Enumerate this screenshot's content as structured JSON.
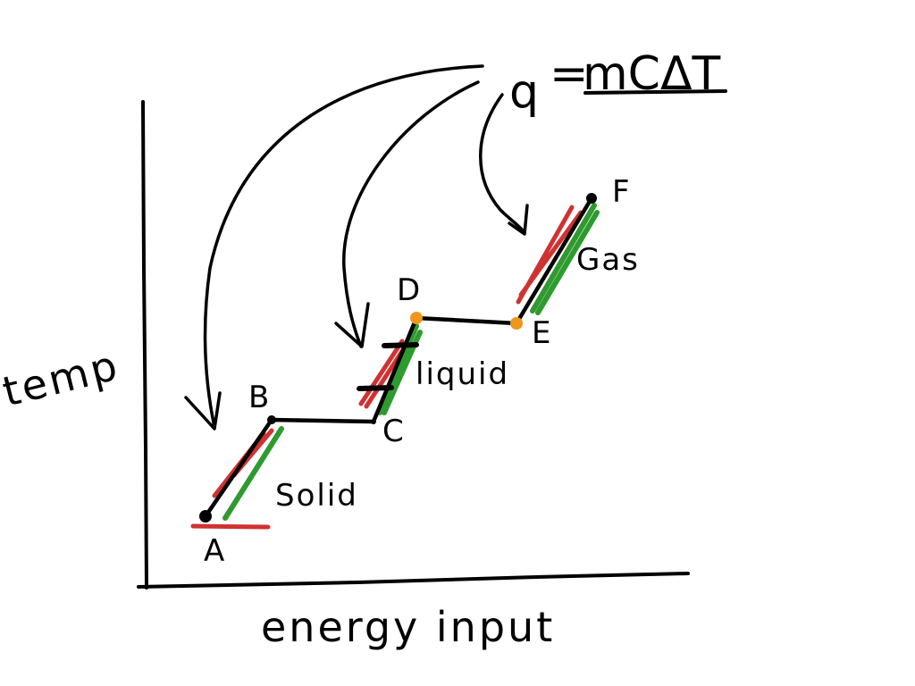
{
  "formula": {
    "lhs": "q",
    "equals": "=",
    "rhs": "mCΔT"
  },
  "axes": {
    "y_label": "temp",
    "x_label": "energy input"
  },
  "points": {
    "a": "A",
    "b": "B",
    "c": "C",
    "d": "D",
    "e": "E",
    "f": "F"
  },
  "phases": {
    "solid": "Solid",
    "liquid": "liquid",
    "gas": "Gas"
  },
  "colors": {
    "ink": "#000000",
    "red_highlight": "#d03232",
    "green_highlight": "#2f9a2f",
    "orange_point": "#f0961e"
  }
}
